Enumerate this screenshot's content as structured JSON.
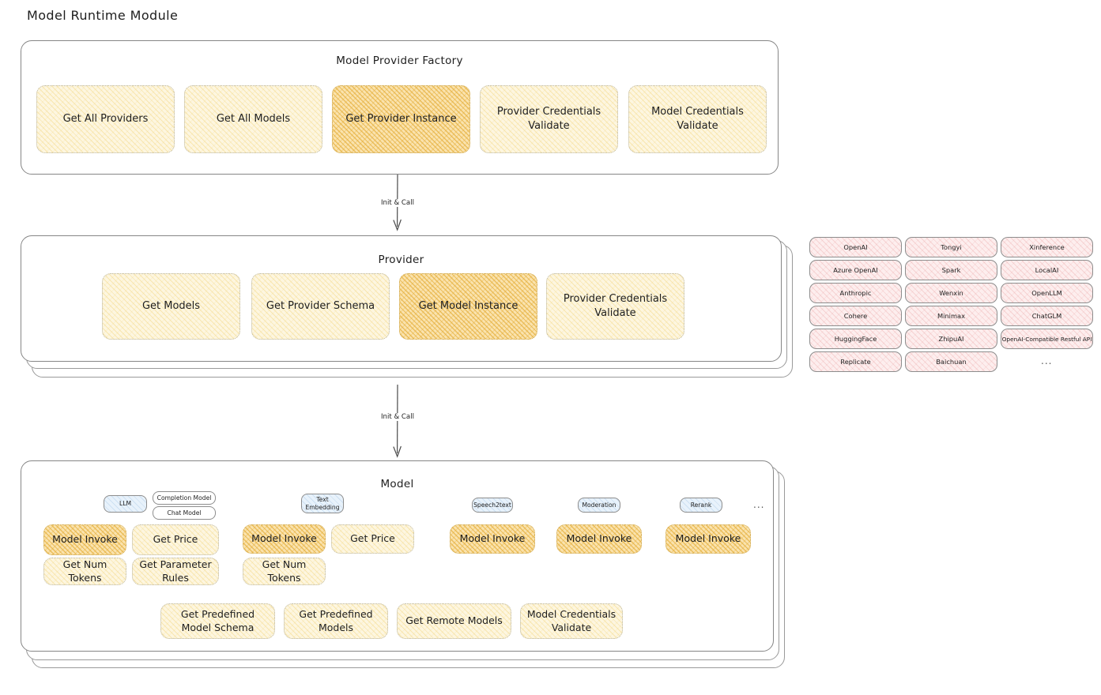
{
  "page": {
    "title": "Model Runtime Module"
  },
  "sections": {
    "factory": {
      "title": "Model Provider Factory",
      "nodes": [
        {
          "label": "Get All Providers",
          "style": "cream"
        },
        {
          "label": "Get All Models",
          "style": "cream"
        },
        {
          "label": "Get Provider Instance",
          "style": "amber"
        },
        {
          "label": "Provider Credentials Validate",
          "style": "cream"
        },
        {
          "label": "Model Credentials Validate",
          "style": "cream"
        }
      ]
    },
    "provider": {
      "title": "Provider",
      "nodes": [
        {
          "label": "Get Models",
          "style": "cream"
        },
        {
          "label": "Get Provider Schema",
          "style": "cream"
        },
        {
          "label": "Get Model Instance",
          "style": "amber"
        },
        {
          "label": "Provider Credentials Validate",
          "style": "cream"
        }
      ]
    },
    "model": {
      "title": "Model",
      "groups": [
        {
          "tag": "LLM",
          "tag_style": "blue",
          "subtags": [
            "Completion Model",
            "Chat Model"
          ],
          "nodes": [
            {
              "label": "Model Invoke",
              "style": "amber"
            },
            {
              "label": "Get Price",
              "style": "cream"
            },
            {
              "label": "Get Num Tokens",
              "style": "cream"
            },
            {
              "label": "Get Parameter Rules",
              "style": "cream"
            }
          ]
        },
        {
          "tag": "Text Embedding",
          "tag_style": "blue",
          "subtags": [],
          "nodes": [
            {
              "label": "Model Invoke",
              "style": "amber"
            },
            {
              "label": "Get Price",
              "style": "cream"
            },
            {
              "label": "Get Num Tokens",
              "style": "cream"
            }
          ]
        },
        {
          "tag": "Speech2text",
          "tag_style": "blue",
          "subtags": [],
          "nodes": [
            {
              "label": "Model Invoke",
              "style": "amber"
            }
          ]
        },
        {
          "tag": "Moderation",
          "tag_style": "blue",
          "subtags": [],
          "nodes": [
            {
              "label": "Model Invoke",
              "style": "amber"
            }
          ]
        },
        {
          "tag": "Rerank",
          "tag_style": "blue",
          "subtags": [],
          "nodes": [
            {
              "label": "Model Invoke",
              "style": "amber"
            }
          ]
        }
      ],
      "more_indicator": "...",
      "shared_nodes": [
        {
          "label": "Get Predefined Model Schema",
          "style": "cream"
        },
        {
          "label": "Get Predefined Models",
          "style": "cream"
        },
        {
          "label": "Get Remote Models",
          "style": "cream"
        },
        {
          "label": "Model Credentials Validate",
          "style": "cream"
        }
      ]
    }
  },
  "arrows": [
    {
      "label": "Init & Call"
    },
    {
      "label": "Init & Call"
    }
  ],
  "provider_list": {
    "columns": [
      {
        "items": [
          "OpenAI",
          "Azure OpenAI",
          "Anthropic",
          "Cohere",
          "HuggingFace",
          "Replicate"
        ]
      },
      {
        "items": [
          "Tongyi",
          "Spark",
          "Wenxin",
          "Minimax",
          "ZhipuAI",
          "Baichuan"
        ]
      },
      {
        "items": [
          "Xinference",
          "LocalAI",
          "OpenLLM",
          "ChatGLM",
          "OpenAI-Compatible Restful API"
        ],
        "more_indicator": "..."
      }
    ]
  },
  "colors": {
    "cream_fill": "#fdf6e0",
    "amber_fill": "#fae3ae",
    "rose_fill": "#fdeeee",
    "blue_fill": "#e8f2fb",
    "stroke": "#868686",
    "text": "#1e1e1e"
  }
}
